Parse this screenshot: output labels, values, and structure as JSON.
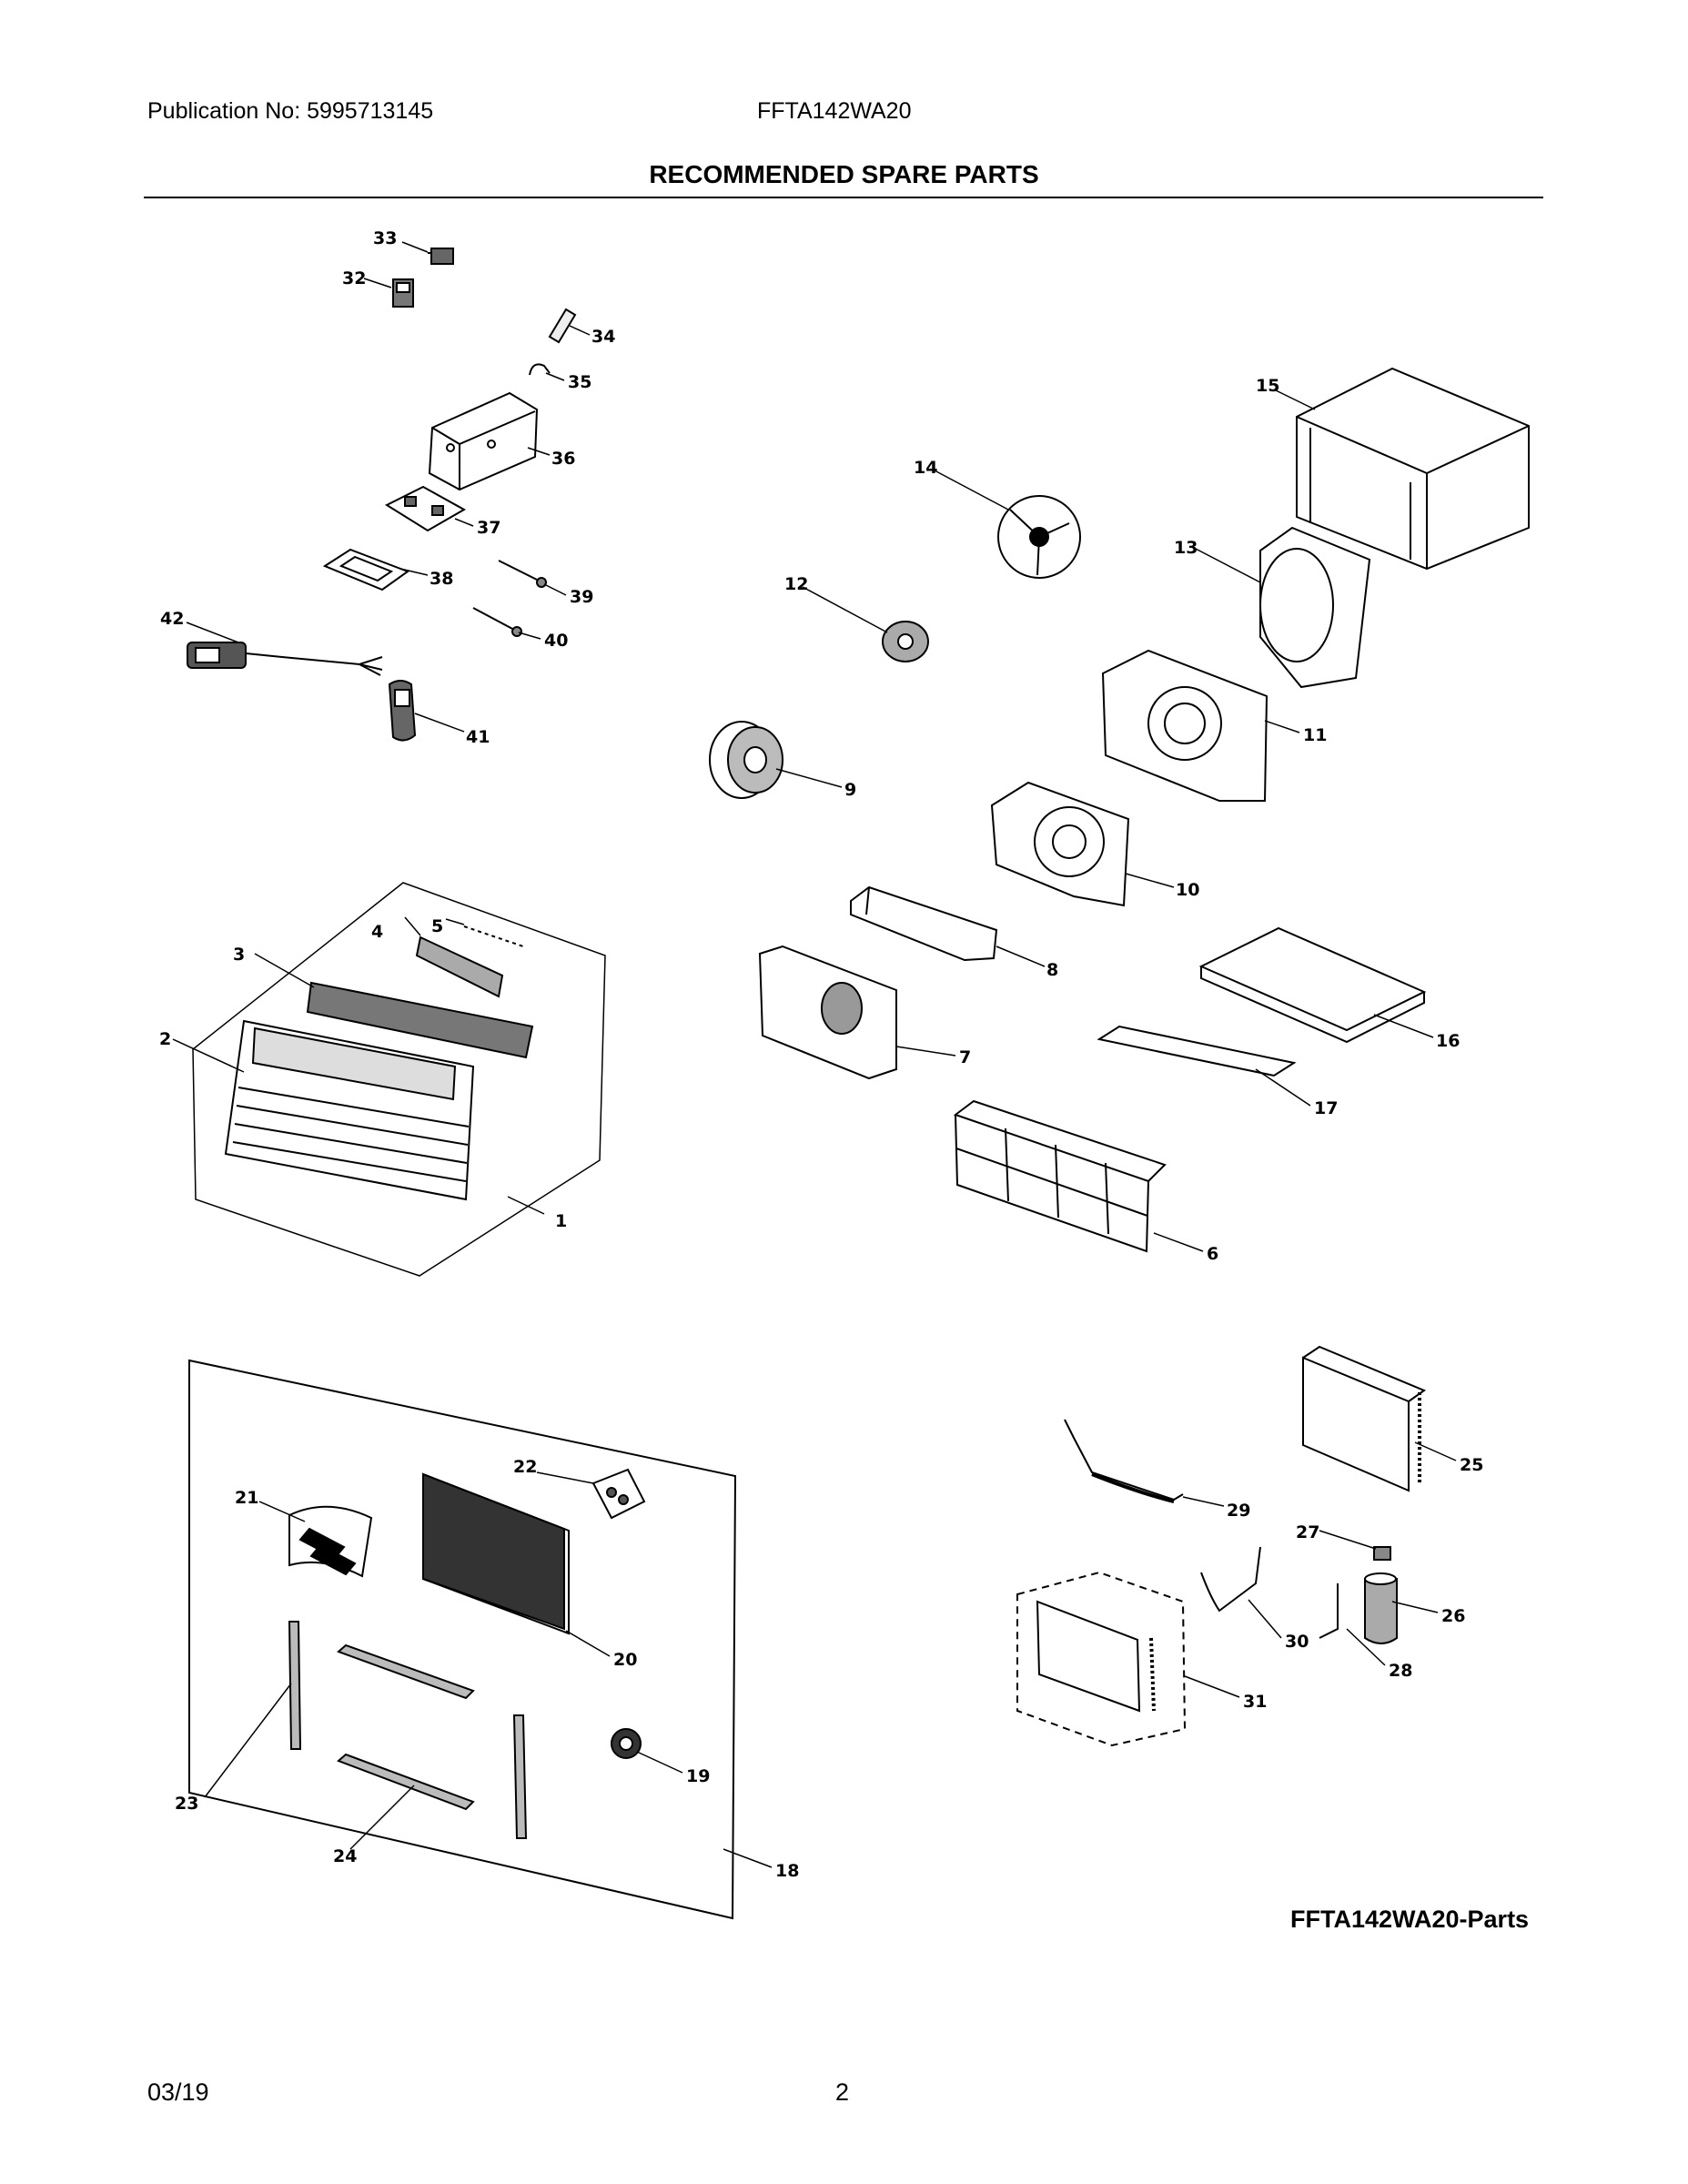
{
  "header": {
    "publication": "Publication No: 5995713145",
    "model": "FFTA142WA20",
    "title": "RECOMMENDED SPARE PARTS"
  },
  "diagram_tag": "FFTA142WA20-Parts",
  "footer": {
    "date": "03/19",
    "page": "2"
  },
  "callouts": [
    "1",
    "2",
    "3",
    "4",
    "5",
    "6",
    "7",
    "8",
    "9",
    "10",
    "11",
    "12",
    "13",
    "14",
    "15",
    "16",
    "17",
    "18",
    "19",
    "20",
    "21",
    "22",
    "23",
    "24",
    "25",
    "26",
    "27",
    "28",
    "29",
    "30",
    "31",
    "32",
    "33",
    "34",
    "35",
    "36",
    "37",
    "38",
    "39",
    "40",
    "41",
    "42"
  ]
}
